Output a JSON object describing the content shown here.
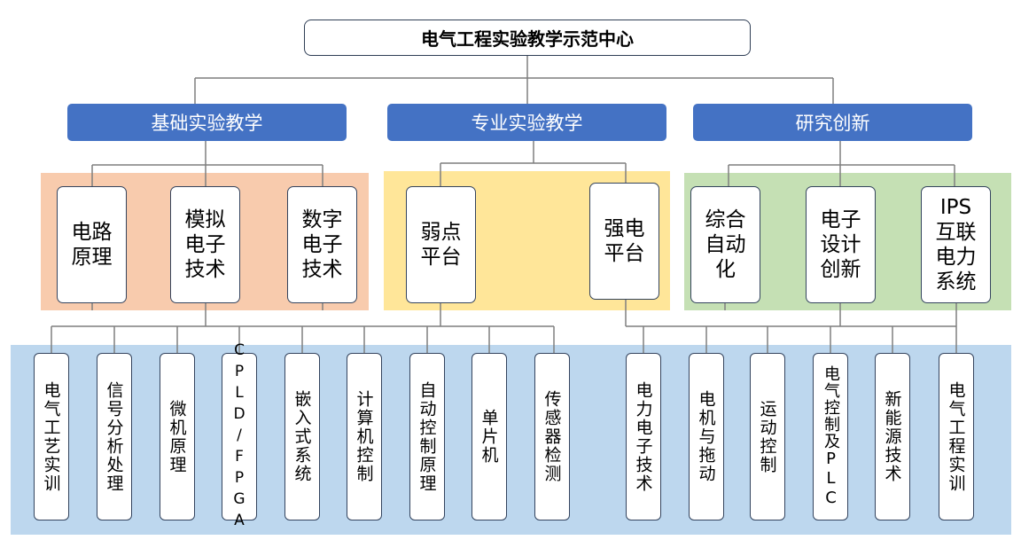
{
  "title": "电气工程实验教学示范中心",
  "categories": [
    {
      "label": "基础实验教学"
    },
    {
      "label": "专业实验教学"
    },
    {
      "label": "研究创新"
    }
  ],
  "mid": [
    {
      "label": "电路\n原理"
    },
    {
      "label": "模拟\n电子\n技术"
    },
    {
      "label": "数字\n电子\n技术"
    },
    {
      "label": "弱点\n平台"
    },
    {
      "label": "强电\n平台"
    },
    {
      "label": "综合\n自动\n化"
    },
    {
      "label": "电子\n设计\n创新"
    },
    {
      "label": "IPS\n互联\n电力\n系统"
    }
  ],
  "bottom": [
    {
      "label": "电气工艺实训"
    },
    {
      "label": "信号分析处理"
    },
    {
      "label": "微机原理"
    },
    {
      "label": "CPLD/FPGA"
    },
    {
      "label": "嵌入式系统"
    },
    {
      "label": "计算机控制"
    },
    {
      "label": "自动控制原理"
    },
    {
      "label": "单片机"
    },
    {
      "label": "传感器检测"
    },
    {
      "label": "电力电子技术"
    },
    {
      "label": "电机与拖动"
    },
    {
      "label": "运动控制"
    },
    {
      "label": "电气控制及PLC"
    },
    {
      "label": "新能源技术"
    },
    {
      "label": "电气工程实训"
    }
  ],
  "colors": {
    "category": "#4472c4",
    "basic_bg": "#f8cbad",
    "pro_bg": "#ffe699",
    "research_bg": "#c5e0b4",
    "bottom_bg": "#bdd7ee",
    "line": "#7f7f7f"
  }
}
